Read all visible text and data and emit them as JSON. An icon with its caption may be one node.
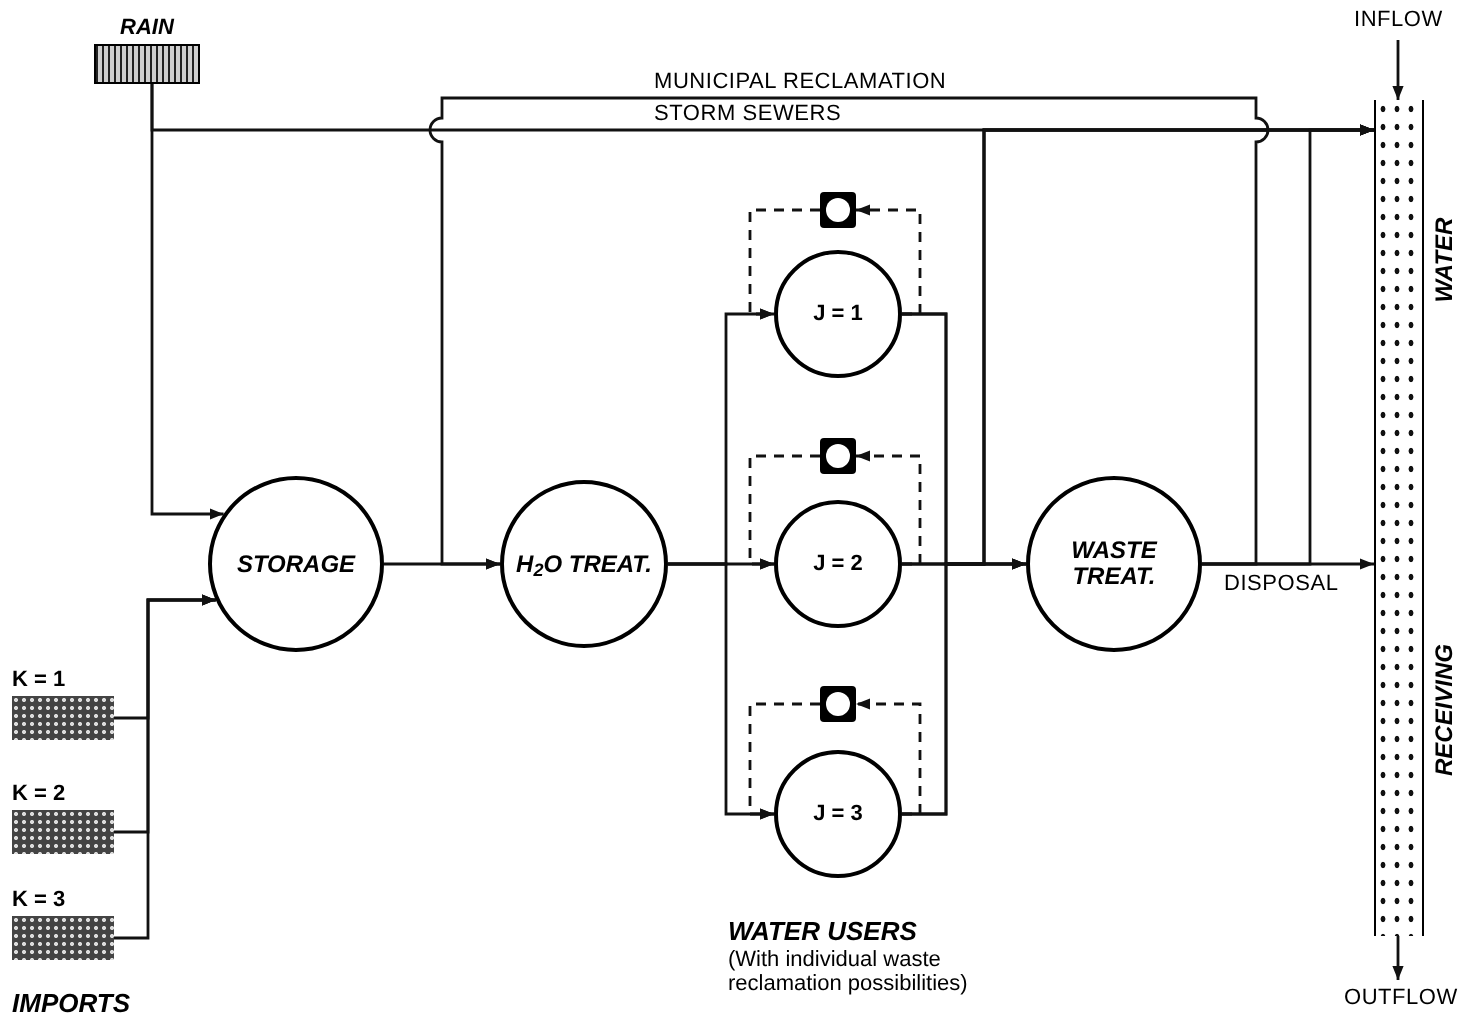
{
  "diagram": {
    "nodes": [
      {
        "text": [
          "RAIN"
        ]
      },
      {
        "text": [
          "K = 1"
        ]
      },
      {
        "text": [
          "K = 2"
        ]
      },
      {
        "text": [
          "K = 3"
        ]
      },
      {
        "text": [
          "STORAGE"
        ]
      },
      {
        "text": [
          "H$_{2}$O TREAT."
        ]
      },
      {
        "text": [
          "J = 1"
        ]
      },
      {
        "text": [],
        "shape": "box"
      },
      {
        "text": [
          "J = 2"
        ]
      },
      {
        "text": [],
        "shape": "box"
      },
      {
        "text": [
          "J = 3"
        ]
      },
      {
        "text": [],
        "shape": "box"
      },
      {
        "text": [
          "WASTE TREAT."
        ]
      },
      {
        "text": [],
        "shape": "bar",
        "beside": [
          "WATER",
          "RECEIVING"
        ]
      }
    ],
    "edges": [
      {
        "from": 0,
        "to": 4,
        "arrow": "to"
      },
      {
        "from": 0,
        "to": 13,
        "arrow": "to",
        "label": "STORM SEWERS"
      },
      {
        "from": 1,
        "to": 4,
        "arrow": "to"
      },
      {
        "from": 2,
        "to": 4,
        "arrow": "to"
      },
      {
        "from": 3,
        "to": 4,
        "arrow": "to"
      },
      {
        "from": 4,
        "to": 5,
        "arrow": "to"
      },
      {
        "from": 5,
        "to": 6,
        "arrow": "to"
      },
      {
        "from": 5,
        "to": 8,
        "arrow": "to"
      },
      {
        "from": 5,
        "to": 10,
        "arrow": "to"
      },
      {
        "from": 6,
        "to": 12,
        "arrow": "to"
      },
      {
        "from": 8,
        "to": 12,
        "arrow": "to"
      },
      {
        "from": 10,
        "to": 12,
        "arrow": "to"
      },
      {
        "from": 6,
        "to": 13,
        "arrow": "to"
      },
      {
        "from": 8,
        "to": 13,
        "arrow": "to"
      },
      {
        "from": 10,
        "to": 13,
        "arrow": "to"
      },
      {
        "from": 12,
        "to": 13,
        "arrow": "to",
        "label": "DISPOSAL"
      },
      {
        "from": 12,
        "to": 5,
        "arrow": "to",
        "label": "MUNICIPAL RECLAMATION"
      },
      {
        "from": 12,
        "to": 13,
        "arrow": "to"
      },
      {
        "from": null,
        "to": 13,
        "arrow": "to",
        "label": "INFLOW"
      },
      {
        "from": 13,
        "to": null,
        "arrow": "to",
        "label": "OUTFLOW"
      },
      {
        "from": 6,
        "to": 7,
        "arrow": "to",
        "style": "dashed"
      },
      {
        "from": 7,
        "to": 6,
        "arrow": "to",
        "style": "dashed"
      },
      {
        "from": 8,
        "to": 9,
        "arrow": "to",
        "style": "dashed"
      },
      {
        "from": 9,
        "to": 8,
        "arrow": "to",
        "style": "dashed"
      },
      {
        "from": 10,
        "to": 11,
        "arrow": "to",
        "style": "dashed"
      },
      {
        "from": 11,
        "to": 10,
        "arrow": "to",
        "style": "dashed"
      }
    ],
    "labels": [
      "WATER USERS",
      "(With individual waste reclamation possibilities)",
      "IMPORTS"
    ]
  }
}
